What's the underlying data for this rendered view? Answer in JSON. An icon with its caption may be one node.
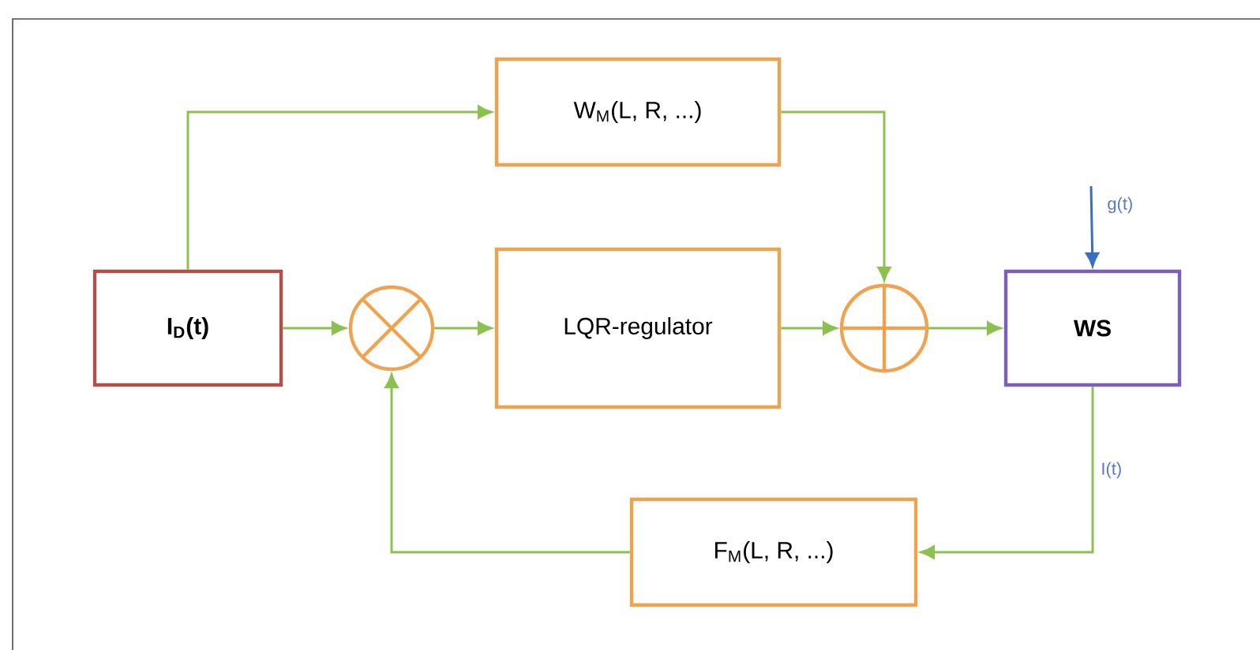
{
  "diagram": {
    "nodes": [
      {
        "text": [
          "**I$_{D}$(t)**"
        ]
      },
      {
        "text": [
          "W$_{M}$(L, R, ...)"
        ]
      },
      {
        "text": [],
        "shape": "circle"
      },
      {
        "text": [
          "LQR-regulator"
        ]
      },
      {
        "text": [],
        "shape": "circle"
      },
      {
        "text": [
          "WS"
        ]
      },
      {
        "text": [
          "F$_{M}$(L, R, ...)"
        ]
      }
    ],
    "edges": [
      {
        "from": 0,
        "to": 1,
        "arrow": "to"
      },
      {
        "from": 1,
        "to": 4,
        "arrow": "to"
      },
      {
        "from": 0,
        "to": 2,
        "arrow": "to"
      },
      {
        "from": 2,
        "to": 3,
        "arrow": "to"
      },
      {
        "from": 3,
        "to": 4,
        "arrow": "to"
      },
      {
        "from": 4,
        "to": 5,
        "arrow": "to"
      },
      {
        "from": null,
        "to": 5,
        "arrow": "to",
        "label": "g(t)",
        "color": "#3a6fc0"
      },
      {
        "from": 5,
        "to": 6,
        "arrow": "to",
        "label": "I(t)"
      },
      {
        "from": 6,
        "to": 2,
        "arrow": "to"
      }
    ]
  }
}
